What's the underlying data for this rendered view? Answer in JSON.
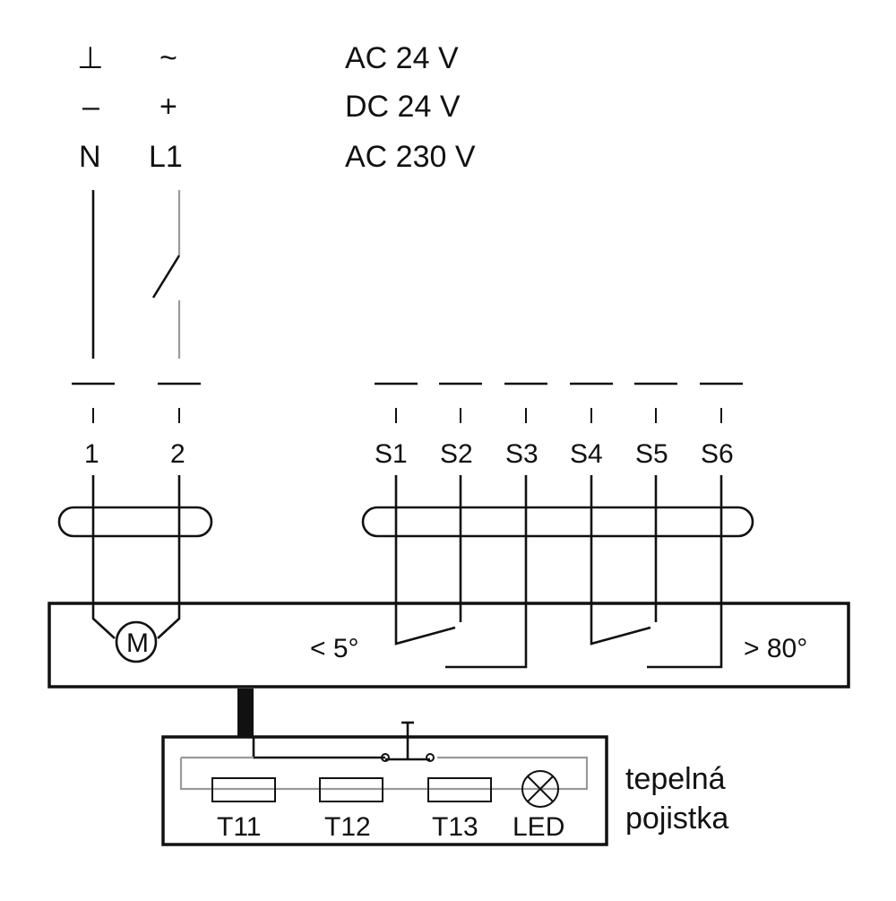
{
  "supply": {
    "col_n": [
      "⊥",
      "–",
      "N"
    ],
    "col_l": [
      "~",
      "+",
      "L1"
    ],
    "voltages": [
      "AC 24 V",
      "DC 24 V",
      "AC 230 V"
    ]
  },
  "terminals": {
    "power": [
      "1",
      "2"
    ],
    "aux": [
      "S1",
      "S2",
      "S3",
      "S4",
      "S5",
      "S6"
    ]
  },
  "actuator": {
    "motor_symbol": "M",
    "switch_low": "< 5°",
    "switch_high": "> 80°"
  },
  "fuse_box": {
    "items": [
      "T11",
      "T12",
      "T13",
      "LED"
    ],
    "caption_line1": "tepelná",
    "caption_line2": "pojistka"
  }
}
